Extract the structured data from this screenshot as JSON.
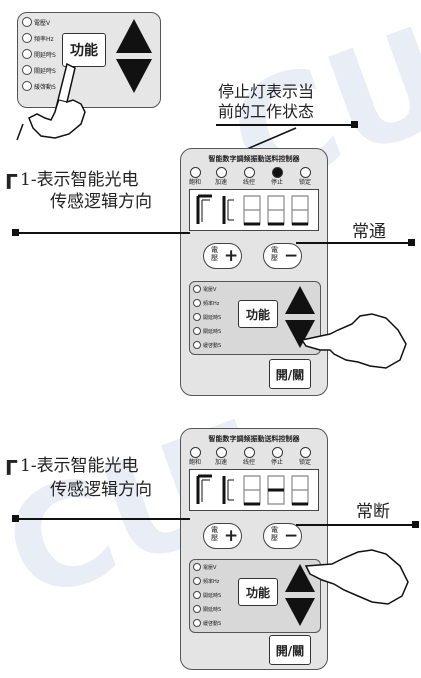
{
  "watermark": "CUI",
  "small_panel": {
    "indicators": [
      "電壓V",
      "頻率Hz",
      "開延時S",
      "關延時S",
      "緩啓動S"
    ],
    "function_button": "功能"
  },
  "top_note": [
    "停止灯表示当",
    "前的工作状态"
  ],
  "controller_title": "智能数字調频振動送料控制器",
  "led_labels": [
    "飽和",
    "加速",
    "线控",
    "停止",
    "锁定"
  ],
  "panel1": {
    "annotation_line1": "表示智能光电",
    "annotation_line2": "传感逻辑方向",
    "annotation_code": "1-",
    "side_label": "常通"
  },
  "panel2": {
    "annotation_line1": "表示智能光电",
    "annotation_line2": "传感逻辑方向",
    "annotation_code": "1-",
    "side_label": "常断"
  },
  "voltage_button_text": "電壓",
  "plus_symbol": "+",
  "minus_symbol": "−",
  "panel_indicators": [
    "電壓V",
    "頻率Hz",
    "開延時S",
    "關延時S",
    "緩啓動S"
  ],
  "function_button": "功能",
  "open_close_button": "開/關"
}
